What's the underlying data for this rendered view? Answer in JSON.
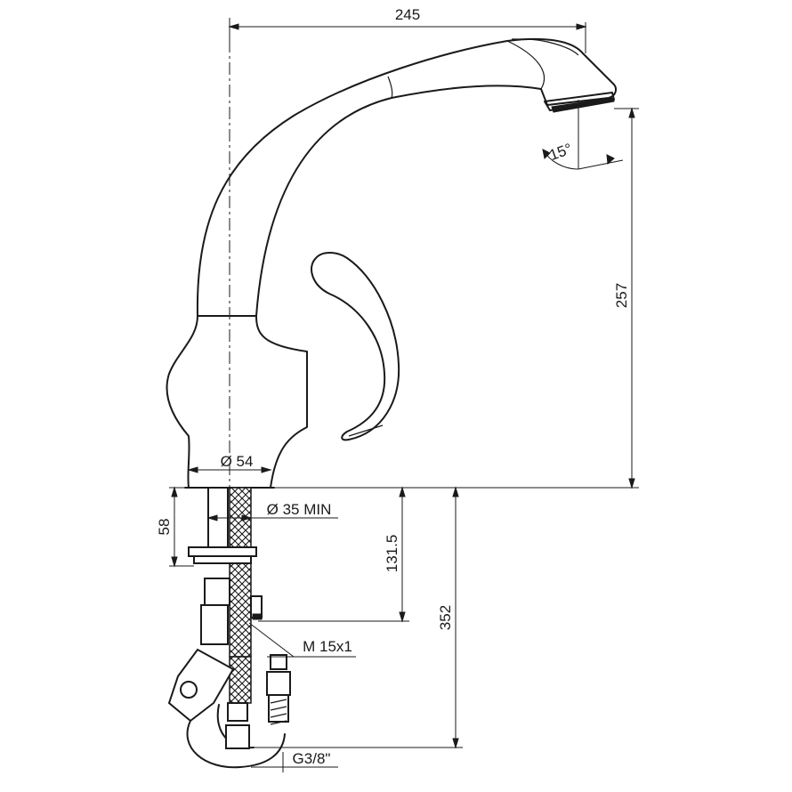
{
  "dimensions": {
    "width_total": "245",
    "height_spout": "257",
    "angle": "15°",
    "base_diameter": "Ø 54",
    "hole_diameter": "Ø 35 MIN",
    "mount_height": "58",
    "under_length": "131.5",
    "hose_length": "352",
    "thread_m": "M 15x1",
    "thread_g": "G3/8\""
  }
}
